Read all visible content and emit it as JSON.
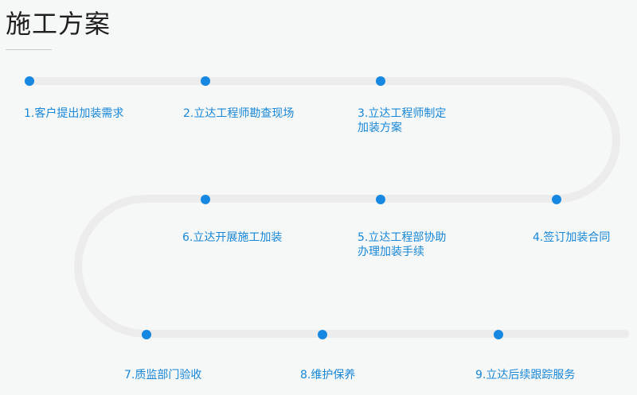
{
  "page": {
    "title": "施工方案"
  },
  "colors": {
    "background": "#f6f7f7",
    "track": "#ececec",
    "node": "#1788e2",
    "label": "#1787d8",
    "title": "#1f1f1f"
  },
  "steps": [
    {
      "label_lines": [
        "1.客户提出加装需求"
      ]
    },
    {
      "label_lines": [
        "2.立达工程师勘查现场"
      ]
    },
    {
      "label_lines": [
        "3.立达工程师制定",
        "加装方案"
      ]
    },
    {
      "label_lines": [
        "4.签订加装合同"
      ]
    },
    {
      "label_lines": [
        "5.立达工程部协助",
        "办理加装手续"
      ]
    },
    {
      "label_lines": [
        "6.立达开展施工加装"
      ]
    },
    {
      "label_lines": [
        "7.质监部门验收"
      ]
    },
    {
      "label_lines": [
        "8.维护保养"
      ]
    },
    {
      "label_lines": [
        "9.立达后续跟踪服务"
      ]
    }
  ]
}
